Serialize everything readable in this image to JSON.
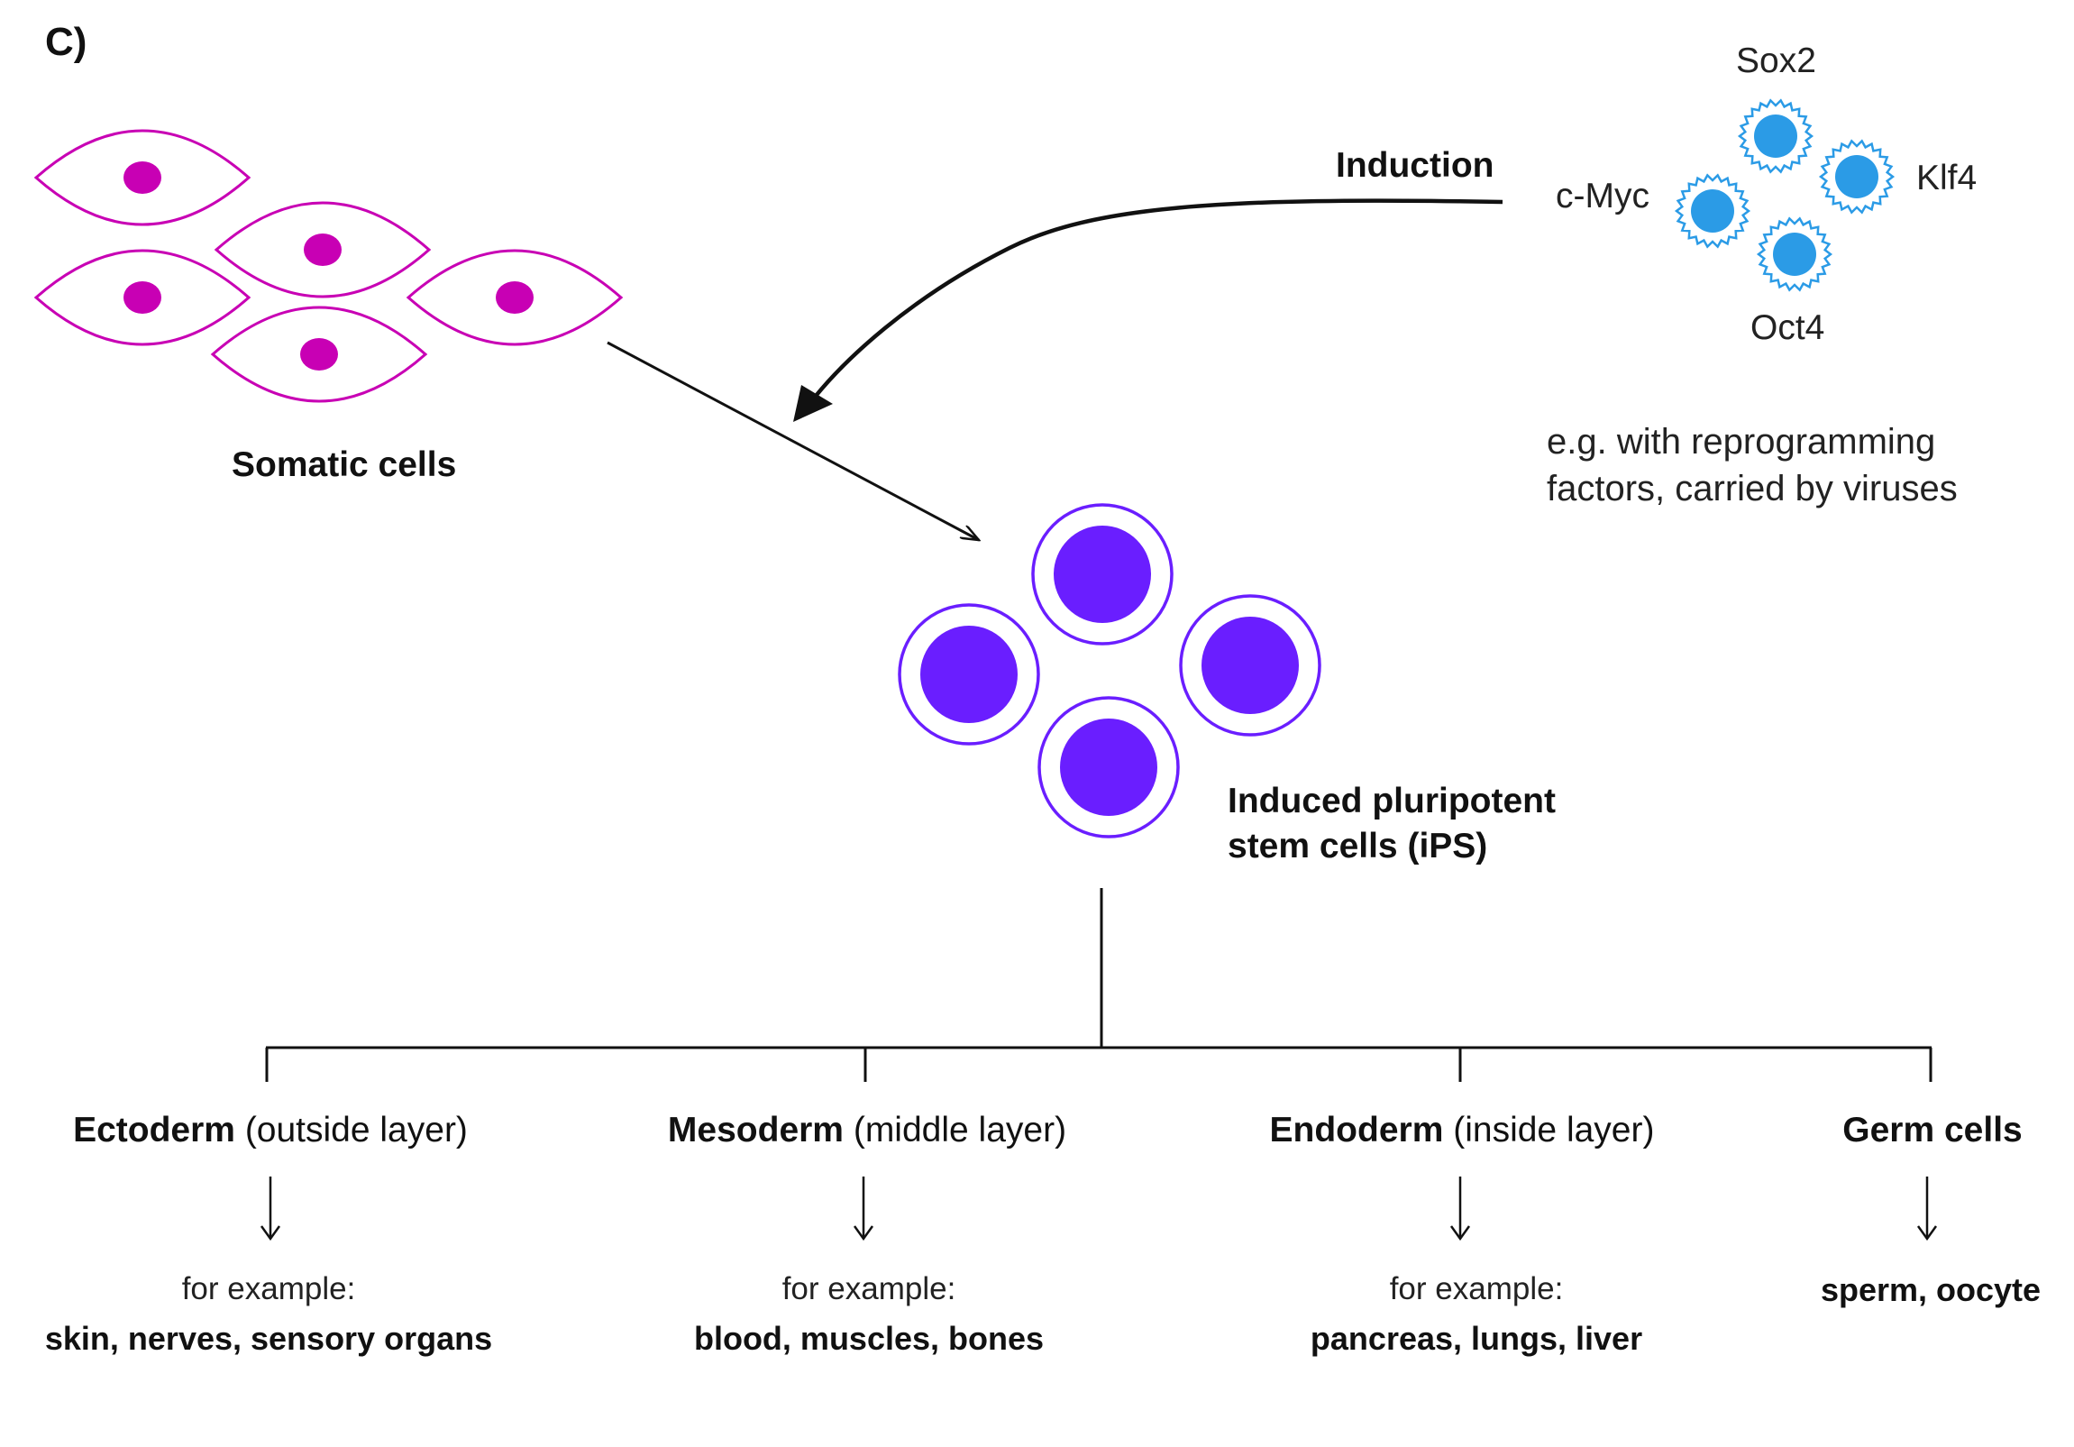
{
  "panel_label": "C)",
  "somatic": {
    "label": "Somatic cells",
    "color": "#c800b4"
  },
  "induction": {
    "label": "Induction",
    "factors": [
      "Sox2",
      "Klf4",
      "c-Myc",
      "Oct4"
    ],
    "factor_color": "#2b9be6",
    "note_line1": "e.g. with reprogramming",
    "note_line2": "factors, carried by viruses"
  },
  "ips": {
    "label_line1": "Induced pluripotent",
    "label_line2": "stem cells (iPS)",
    "color": "#6a1eff"
  },
  "layers": [
    {
      "name": "Ectoderm",
      "desc": "(outside layer)",
      "example_prefix": "for example:",
      "examples": "skin, nerves, sensory organs"
    },
    {
      "name": "Mesoderm",
      "desc": "(middle layer)",
      "example_prefix": "for example:",
      "examples": "blood, muscles, bones"
    },
    {
      "name": "Endoderm",
      "desc": "(inside layer)",
      "example_prefix": "for example:",
      "examples": "pancreas, lungs, liver"
    },
    {
      "name": "Germ cells",
      "desc": "",
      "example_prefix": "",
      "examples": "sperm, oocyte"
    }
  ]
}
